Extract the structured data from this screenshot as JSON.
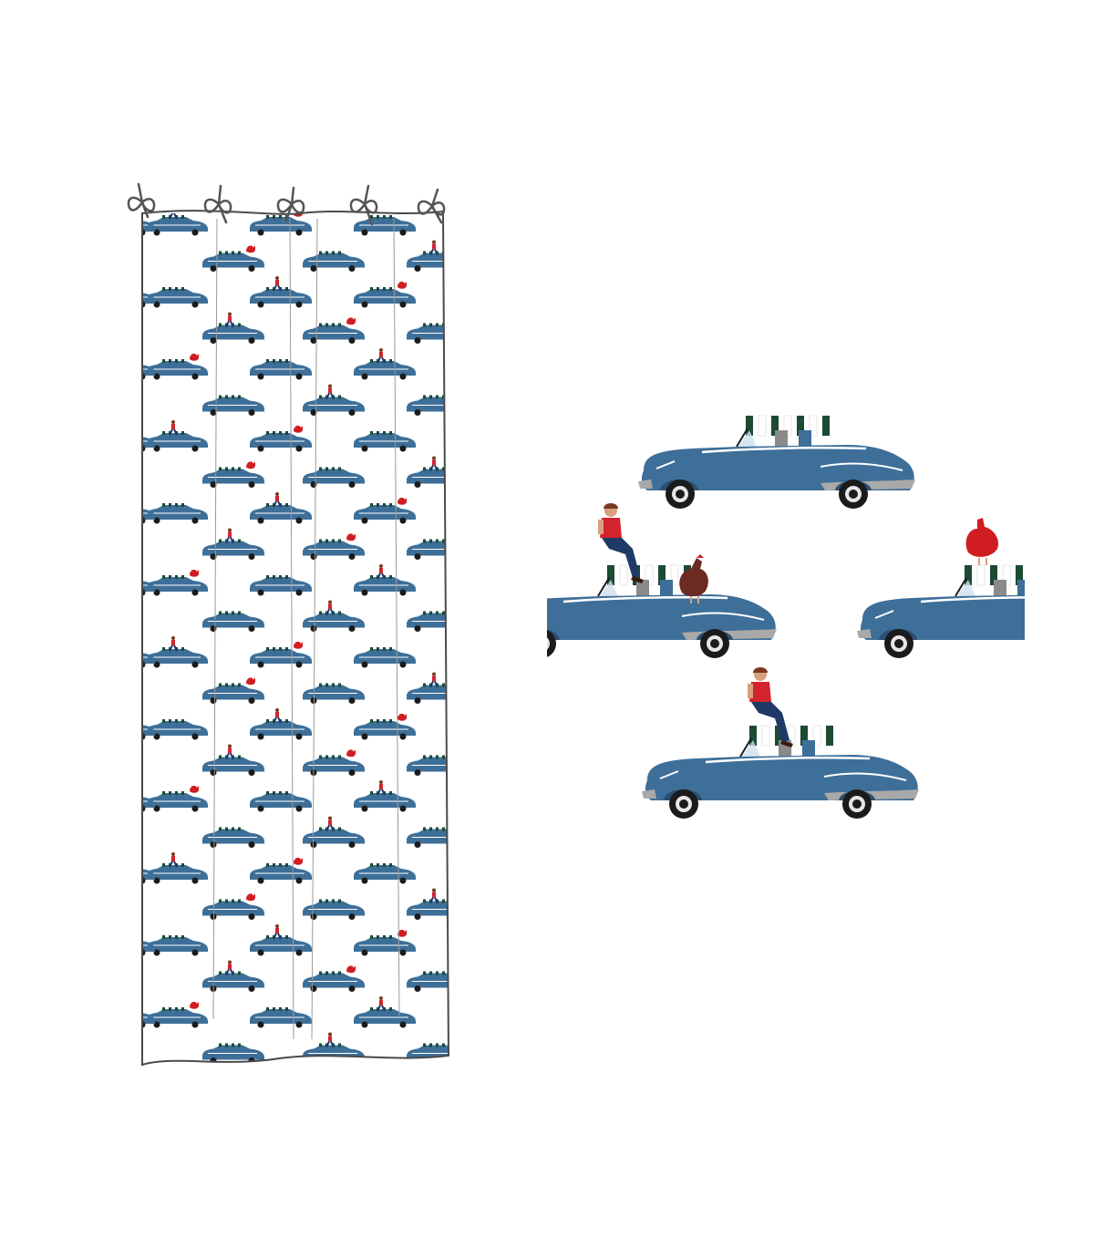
{
  "palette": {
    "car_blue": "#3e6f99",
    "car_highlight": "#ffffff",
    "bumper": "#a9a9a9",
    "tire": "#1b1b1b",
    "shirt_red": "#d3232c",
    "jeans": "#1f3a66",
    "skin": "#d9a07e",
    "hair": "#7a3b22",
    "hen_red": "#cf1d22",
    "rooster_brown": "#6b2a22",
    "stripe_green": "#1c4a33",
    "seat_grey": "#8a8a8a",
    "outline": "#4a4a4a",
    "ribbon": "#555555"
  },
  "illustration": {
    "curtain": {
      "ties": 5,
      "pattern_rows": 24,
      "motif": "blue-convertible-car"
    },
    "swatch": {
      "motif": "blue-convertible-car",
      "cars_shown": 4
    }
  }
}
